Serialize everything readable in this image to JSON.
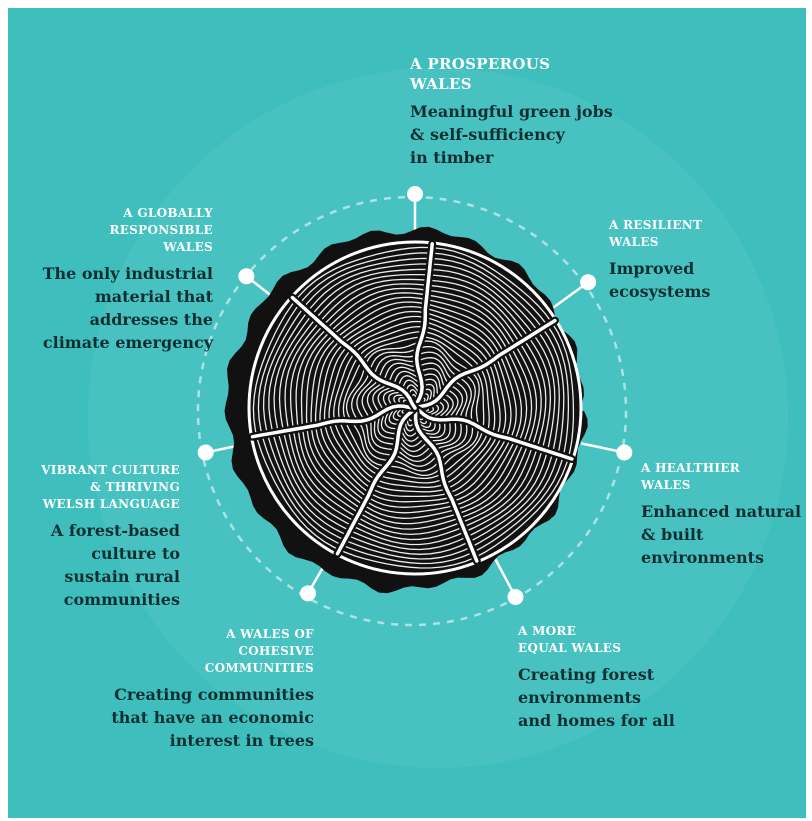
{
  "diagram": {
    "colors": {
      "background": "#3ebfbe",
      "title_text": "#ffffff",
      "description_text": "#0f2e30",
      "bark": "#111111",
      "wood_lines": "#ffffff",
      "dot": "#ffffff"
    },
    "goals": [
      {
        "id": "prosperous",
        "title": [
          "A PROSPEROUS",
          "WALES"
        ],
        "description": [
          "Meaningful green jobs",
          "& self-sufficiency",
          "in timber"
        ]
      },
      {
        "id": "resilient",
        "title": [
          "A RESILIENT",
          "WALES"
        ],
        "description": [
          "Improved",
          "ecosystems"
        ]
      },
      {
        "id": "healthier",
        "title": [
          "A HEALTHIER",
          "WALES"
        ],
        "description": [
          "Enhanced natural",
          "& built",
          "environments"
        ]
      },
      {
        "id": "equal",
        "title": [
          "A MORE",
          "EQUAL WALES"
        ],
        "description": [
          "Creating forest",
          "environments",
          "and homes for all"
        ]
      },
      {
        "id": "cohesive",
        "title": [
          "A WALES OF",
          "COHESIVE",
          "COMMUNITIES"
        ],
        "description": [
          "Creating communities",
          "that have an economic",
          "interest in trees"
        ]
      },
      {
        "id": "culture",
        "title": [
          "VIBRANT CULTURE",
          "& THRIVING",
          "WELSH LANGUAGE"
        ],
        "description": [
          "A forest-based",
          "culture to",
          "sustain rural",
          "communities"
        ]
      },
      {
        "id": "globally",
        "title": [
          "A GLOBALLY",
          "RESPONSIBLE",
          "WALES"
        ],
        "description": [
          "The only industrial",
          "material that",
          "addresses the",
          "climate emergency"
        ]
      }
    ]
  }
}
